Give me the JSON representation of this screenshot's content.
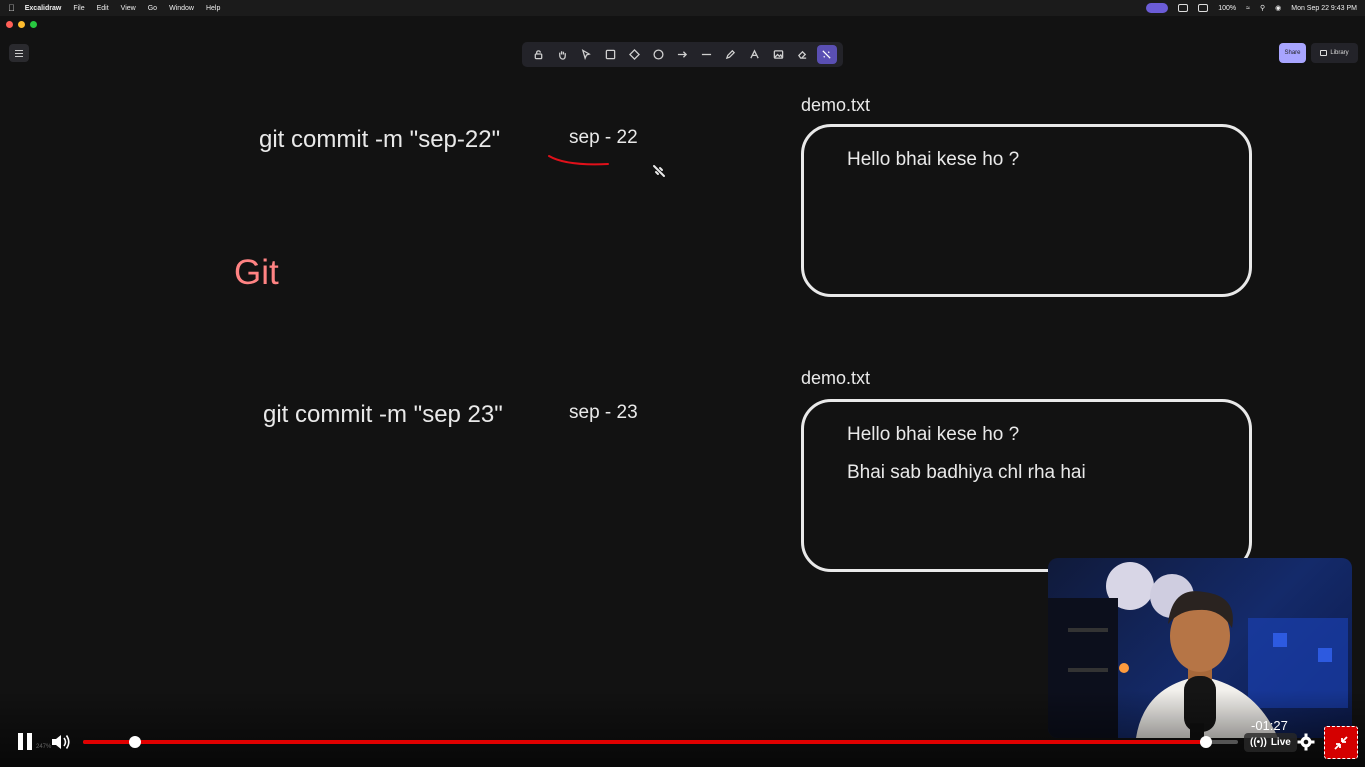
{
  "menubar": {
    "app_name": "Excalidraw",
    "menus": [
      "File",
      "Edit",
      "View",
      "Go",
      "Window",
      "Help"
    ],
    "battery": "100%",
    "clock": "Mon Sep 22  9:43 PM"
  },
  "toolbar": {
    "tools": [
      "lock",
      "hand",
      "selection",
      "rectangle",
      "diamond",
      "ellipse",
      "arrow",
      "line",
      "draw",
      "text",
      "image",
      "eraser",
      "laser"
    ],
    "active_tool": "laser"
  },
  "header": {
    "share_label": "Share",
    "library_label": "Library"
  },
  "canvas": {
    "commit1": "git commit -m \"sep-22\"",
    "date1": "sep - 22",
    "title": "Git",
    "commit2": "git commit -m \"sep 23\"",
    "date2": "sep - 23",
    "file1_name": "demo.txt",
    "file1_lines": [
      "Hello bhai kese ho ?"
    ],
    "file2_name": "demo.txt",
    "file2_lines": [
      "Hello bhai kese ho ?",
      "Bhai sab badhiya chl rha hai"
    ]
  },
  "colors": {
    "accent": "#a8a5ff",
    "title_red": "#ff8383",
    "progress_red": "#e00000",
    "text": "#e9e9e9"
  },
  "player": {
    "time_remaining": "-01:27",
    "live_label": "Live",
    "zoom": "247%",
    "playback_progress": 0.972
  }
}
